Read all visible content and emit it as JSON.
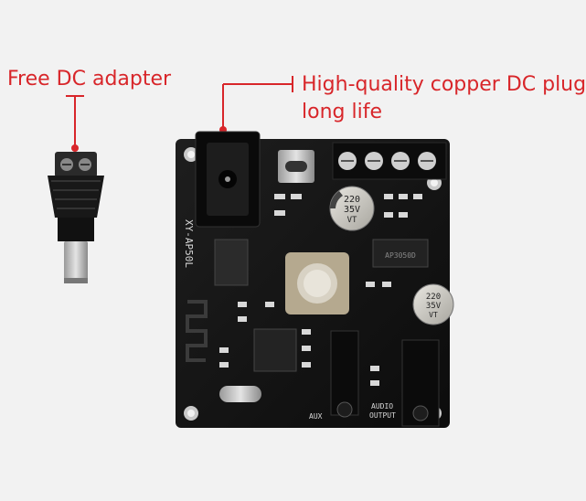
{
  "labels": {
    "left": "Free DC adapter",
    "right_line1": "High-quality copper DC plug,",
    "right_line2": "long life"
  },
  "board": {
    "model": "XY-AP50L",
    "chip": "AP3050D",
    "cap1_value": "220",
    "cap1_voltage": "35V",
    "cap1_series": "VT",
    "cap2_value": "220",
    "cap2_voltage": "35V",
    "cap2_series": "VT",
    "aux_label": "AUX",
    "audio_label_1": "AUDIO",
    "audio_label_2": "OUTPUT"
  },
  "colors": {
    "accent": "#d8262a",
    "background": "#f2f2f2",
    "pcb": "#151515"
  }
}
